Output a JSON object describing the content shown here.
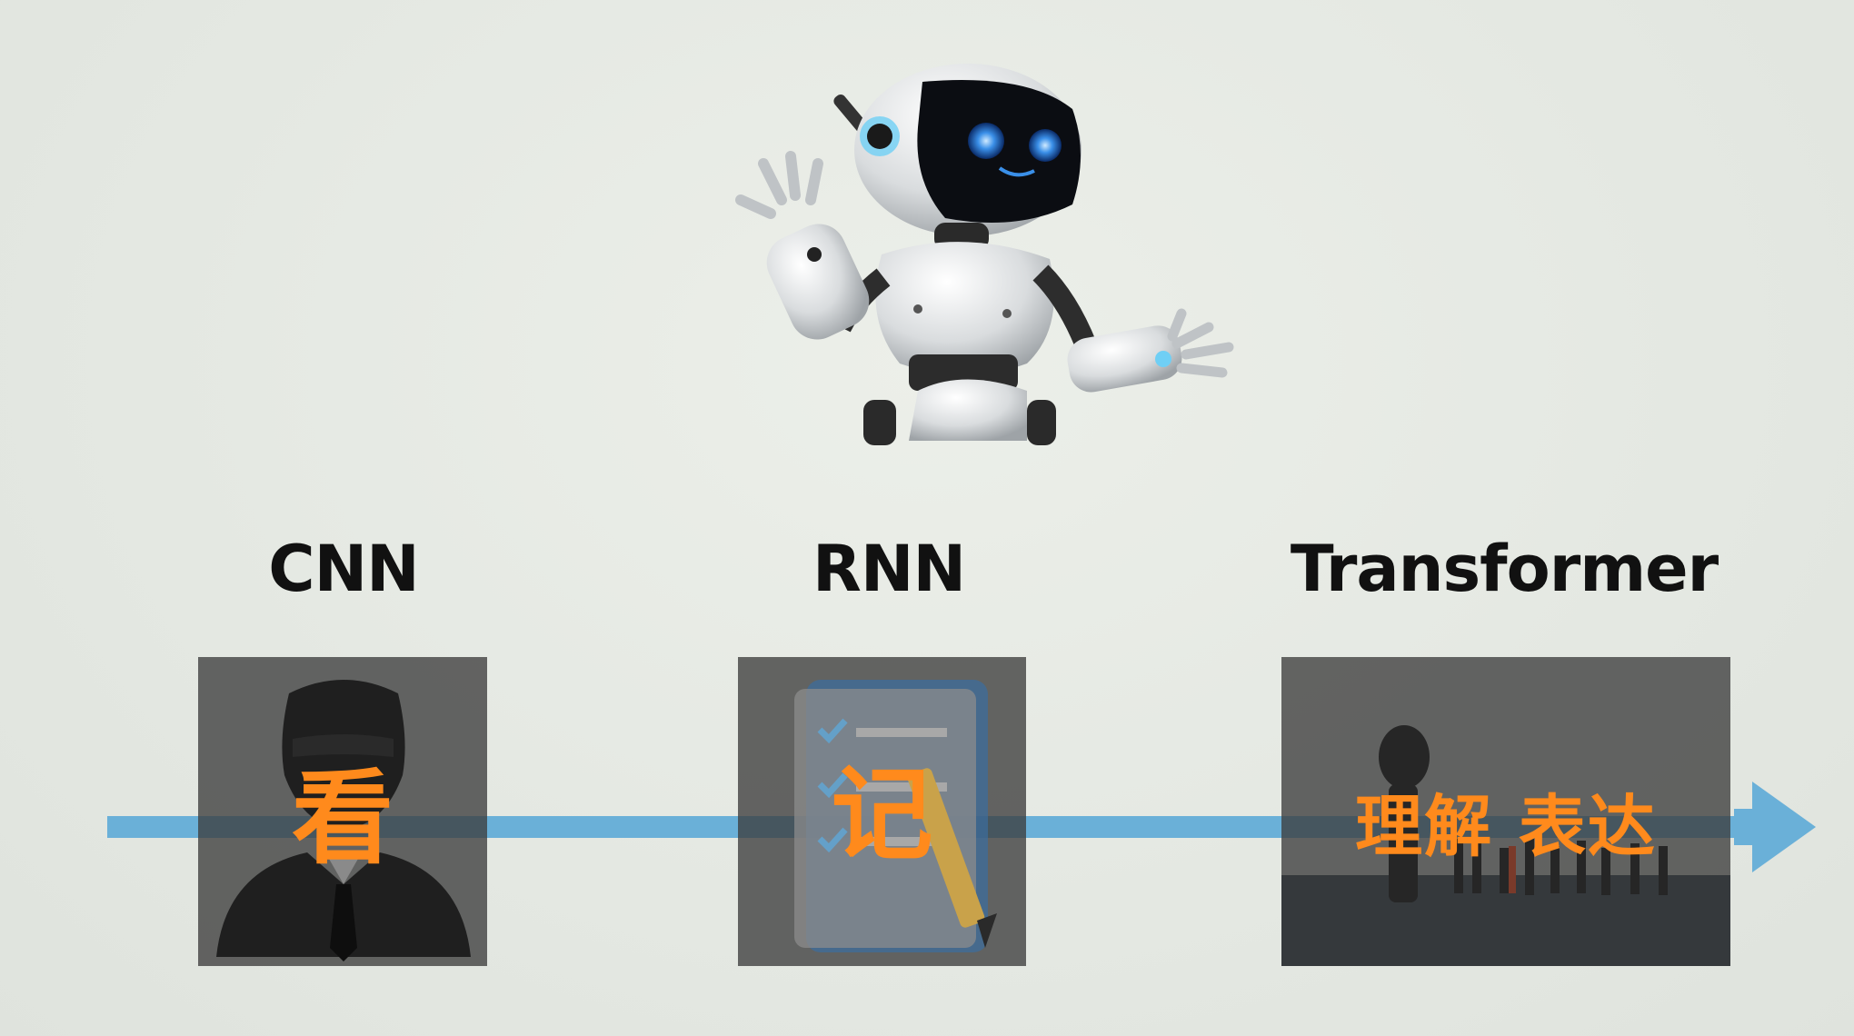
{
  "stages": [
    {
      "label": "CNN",
      "caption": "看",
      "icon": "person-silhouette-icon"
    },
    {
      "label": "RNN",
      "caption": "记",
      "icon": "notepad-checklist-icon"
    },
    {
      "label": "Transformer",
      "caption": "理解 表达",
      "icon": "crowd-scene-icon"
    }
  ],
  "colors": {
    "background": "#e6e9e4",
    "arrow": "#6ab0d8",
    "caption": "#ff8a1c",
    "label": "#111111",
    "box_overlay": "#3c3c3c"
  }
}
